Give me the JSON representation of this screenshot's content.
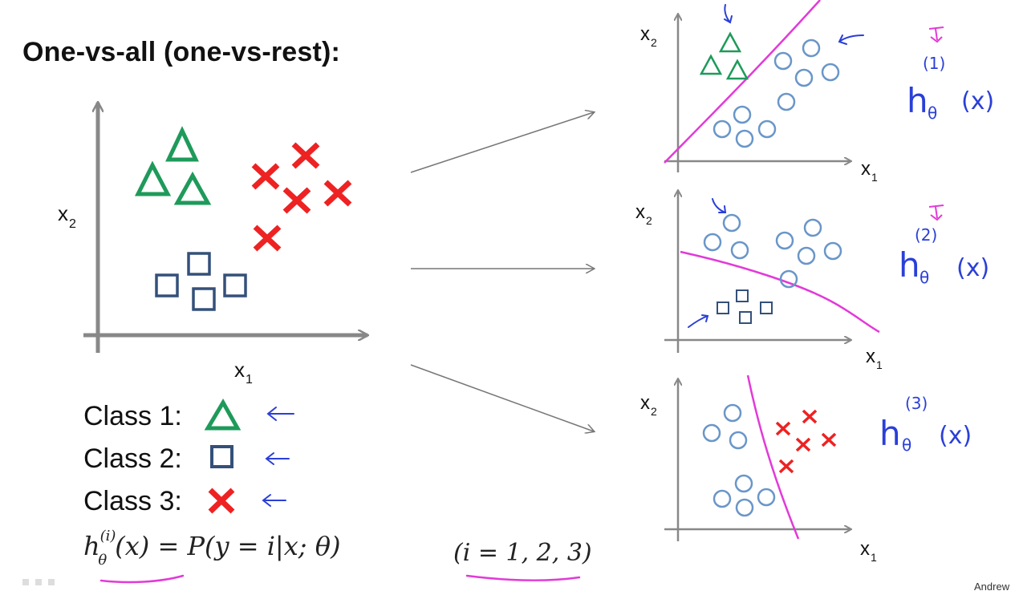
{
  "slide": {
    "title": "One-vs-all (one-vs-rest):",
    "credit": "Andrew"
  },
  "main_plot": {
    "x_label": "x",
    "x_sub": "1",
    "y_label": "x",
    "y_sub": "2"
  },
  "classes": [
    {
      "label": "Class 1:",
      "symbol": "triangle",
      "color": "#1e9a5a"
    },
    {
      "label": "Class 2:",
      "symbol": "square",
      "color": "#34507a"
    },
    {
      "label": "Class 3:",
      "symbol": "cross",
      "color": "#ee2222"
    }
  ],
  "formula": {
    "h": "h",
    "sup": "(i)",
    "sub": "θ",
    "rest": "(x) = P(y = i|x; θ)",
    "range": "(i = 1, 2, 3)"
  },
  "subplots": [
    {
      "hypothesis": "h",
      "superscript": "(1)",
      "subscript": "θ",
      "arg": "(x)"
    },
    {
      "hypothesis": "h",
      "superscript": "(2)",
      "subscript": "θ",
      "arg": "(x)"
    },
    {
      "hypothesis": "h",
      "superscript": "(3)",
      "subscript": "θ",
      "arg": "(x)"
    }
  ],
  "colors": {
    "axis": "#888888",
    "triangle": "#1e9a5a",
    "square": "#34507a",
    "cross": "#ee2222",
    "circle": "#6a96c8",
    "boundary": "#e23ad8",
    "ink": "#2a3fd8"
  }
}
